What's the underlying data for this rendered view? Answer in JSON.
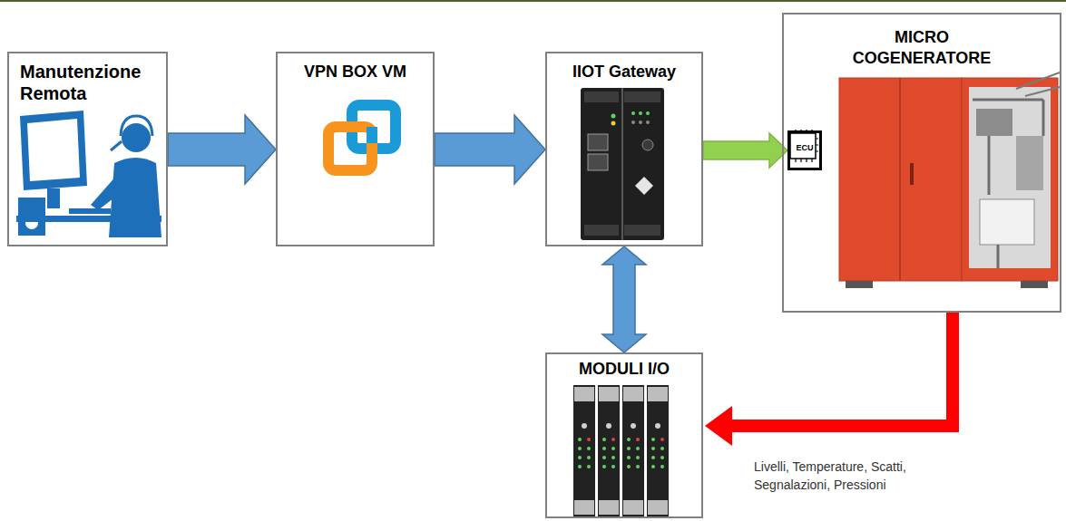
{
  "diagram": {
    "nodes": [
      {
        "text": [
          "Manutenzione Remota"
        ]
      },
      {
        "text": [
          "VPN BOX VM"
        ]
      },
      {
        "text": [
          "IIOT Gateway"
        ]
      },
      {
        "text": [
          "MICRO COGENERATORE"
        ]
      },
      {
        "text": [
          "ECU"
        ],
        "in": 3
      },
      {
        "text": [
          "MODULI I/O"
        ]
      }
    ],
    "edges": [
      {
        "from": 0,
        "to": 1,
        "arrow": "to"
      },
      {
        "from": 1,
        "to": 2,
        "arrow": "to"
      },
      {
        "from": 2,
        "to": 4,
        "arrow": "to"
      },
      {
        "from": 2,
        "to": 5,
        "arrow": "both"
      },
      {
        "from": 3,
        "to": 5,
        "arrow": "to",
        "label": "Livelli, Temperature, Scatti, Segnalazioni, Pressioni"
      }
    ]
  }
}
